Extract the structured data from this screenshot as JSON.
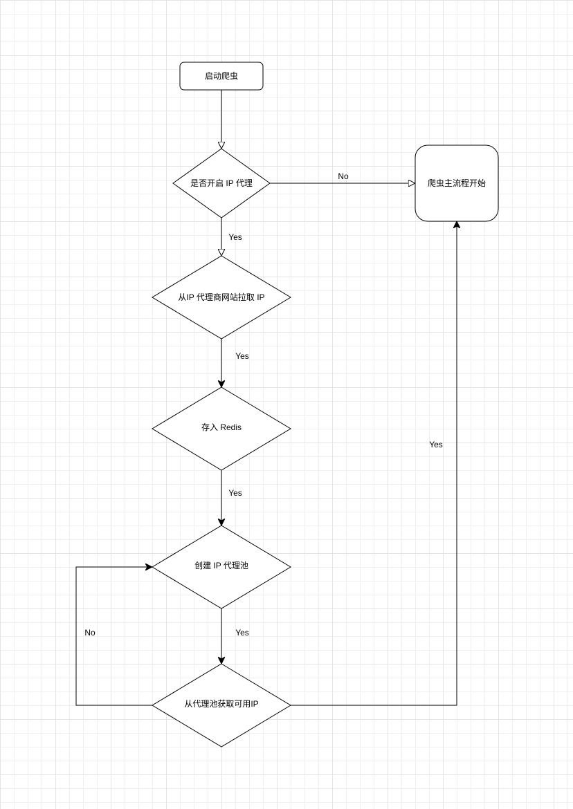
{
  "nodes": {
    "start": "启动爬虫",
    "ip_proxy_enabled": "是否开启 IP 代理",
    "fetch_ip": "从IP 代理商网站拉取 IP",
    "store_redis": "存入 Redis",
    "create_pool": "创建 IP 代理池",
    "get_ip": "从代理池获取可用IP",
    "main_flow": "爬虫主流程开始"
  },
  "edges": {
    "no_to_main": "No",
    "yes_to_fetch": "Yes",
    "yes_to_store": "Yes",
    "yes_to_pool": "Yes",
    "yes_to_get": "Yes",
    "no_loop": "No",
    "yes_to_main": "Yes"
  },
  "colors": {
    "stroke": "#000000",
    "node_fill": "#ffffff",
    "grid_major": "#e4e4e4",
    "grid_minor": "#f0f0f0"
  }
}
